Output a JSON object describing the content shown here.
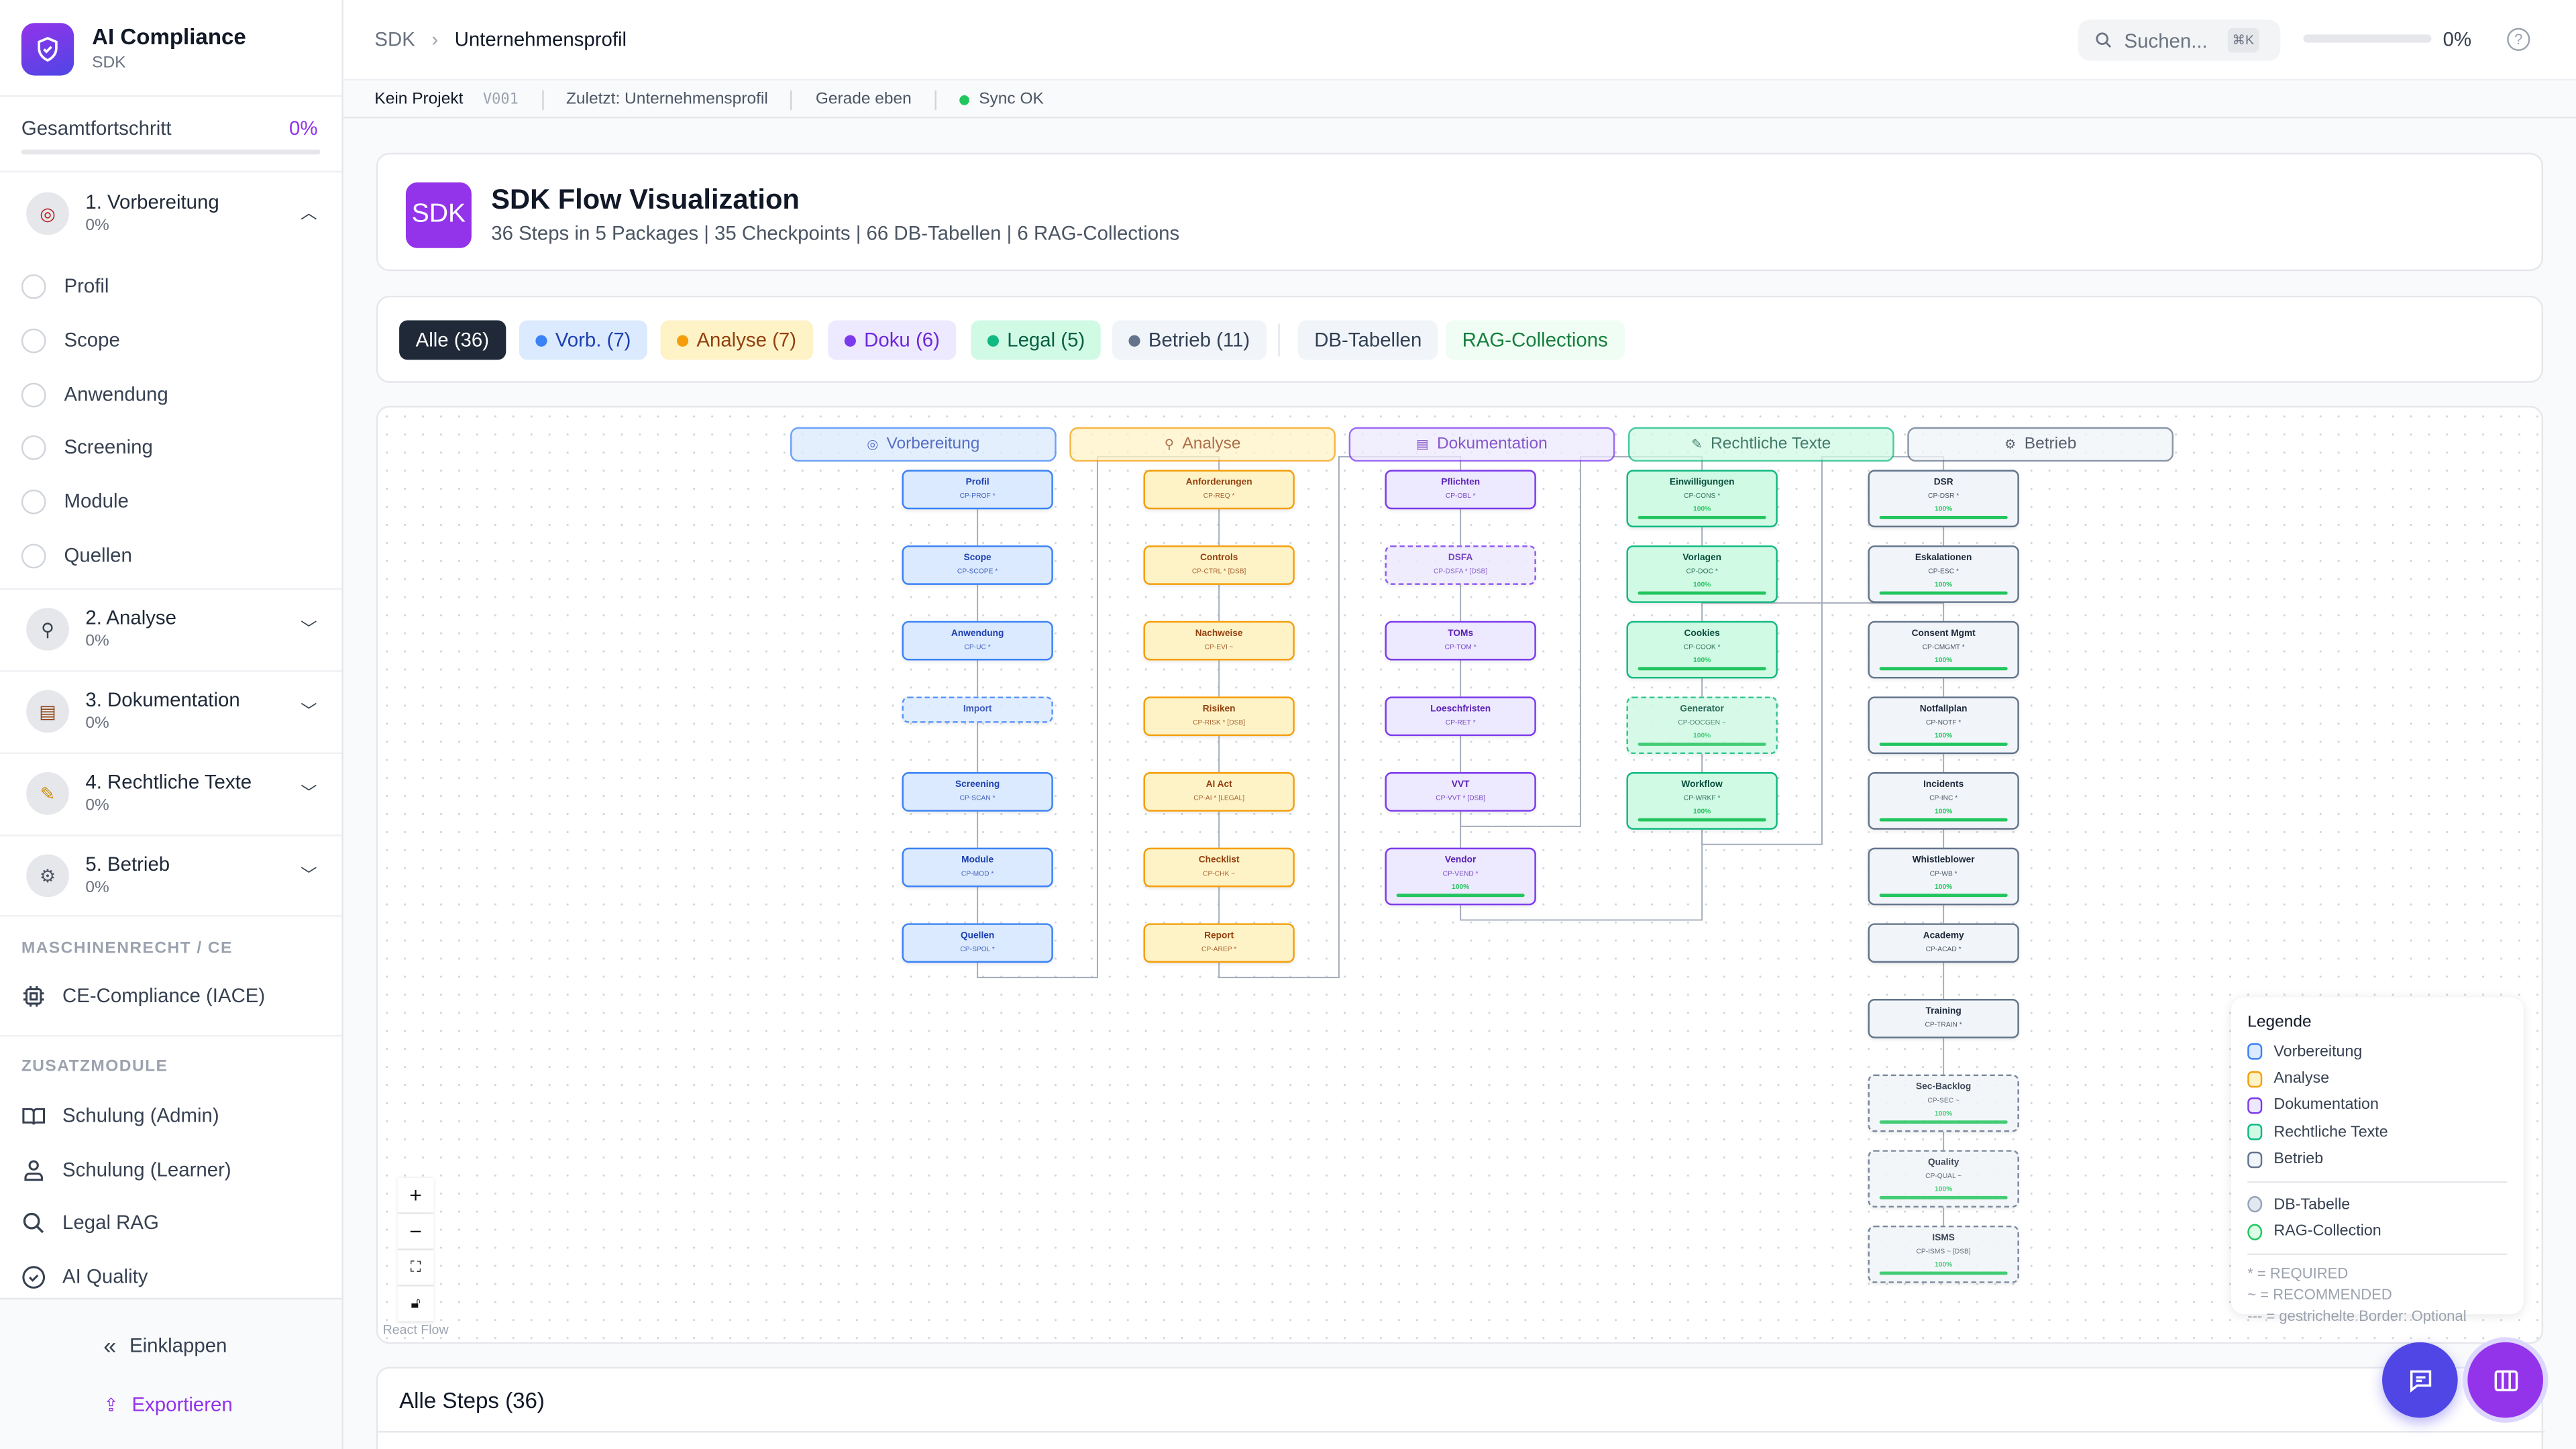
{
  "app": {
    "title": "AI Compliance",
    "subtitle": "SDK"
  },
  "sidebar": {
    "progress_label": "Gesamtfortschritt",
    "progress_value": "0%",
    "progress_fraction": 0,
    "sections": [
      {
        "label": "1. Vorbereitung",
        "percent": "0%",
        "icon": "target-icon",
        "expanded": true,
        "items": [
          "Profil",
          "Scope",
          "Anwendung",
          "Screening",
          "Module",
          "Quellen"
        ]
      },
      {
        "label": "2. Analyse",
        "percent": "0%",
        "icon": "magnifier-icon",
        "expanded": false
      },
      {
        "label": "3. Dokumentation",
        "percent": "0%",
        "icon": "clipboard-icon",
        "expanded": false
      },
      {
        "label": "4. Rechtliche Texte",
        "percent": "0%",
        "icon": "memo-icon",
        "expanded": false
      },
      {
        "label": "5. Betrieb",
        "percent": "0%",
        "icon": "gear-icon",
        "expanded": false
      }
    ],
    "ce_caption": "MASCHINENRECHT / CE",
    "ce_item": "CE-Compliance (IACE)",
    "extra_caption": "ZUSATZMODULE",
    "extra_items": [
      "Schulung (Admin)",
      "Schulung (Learner)",
      "Legal RAG",
      "AI Quality"
    ],
    "collapse_label": "Einklappen",
    "export_label": "Exportieren"
  },
  "header": {
    "breadcrumb_root": "SDK",
    "breadcrumb_current": "Unternehmensprofil",
    "search_placeholder": "Suchen...",
    "search_shortcut": "⌘K",
    "progress_value": "0%",
    "progress_fraction": 0
  },
  "subbar": {
    "project": "Kein Projekt",
    "version": "V001",
    "last": "Zuletzt: Unternehmensprofil",
    "time": "Gerade eben",
    "sync": "Sync OK"
  },
  "intro": {
    "badge": "SDK",
    "title": "SDK Flow Visualization",
    "subtitle": "36 Steps in 5 Packages | 35 Checkpoints | 66 DB-Tabellen | 6 RAG-Collections"
  },
  "filters": [
    {
      "label": "Alle (36)",
      "active": true
    },
    {
      "label": "Vorb. (7)",
      "dot": "#3b82f6"
    },
    {
      "label": "Analyse (7)",
      "dot": "#f59e0b"
    },
    {
      "label": "Doku (6)",
      "dot": "#7c3aed"
    },
    {
      "label": "Legal (5)",
      "dot": "#10b981"
    },
    {
      "label": "Betrieb (11)",
      "dot": "#64748b"
    },
    {
      "label": "DB-Tabellen"
    },
    {
      "label": "RAG-Collections"
    }
  ],
  "packages": [
    {
      "name": "Vorbereitung",
      "icon": "target-icon",
      "border": "#3b82f6",
      "bg": "#dbeafe",
      "text": "#1e40af",
      "nodes": [
        {
          "label": "Profil",
          "code": "CP-PROF *"
        },
        {
          "label": "Scope",
          "code": "CP-SCOPE *"
        },
        {
          "label": "Anwendung",
          "code": "CP-UC *"
        },
        {
          "label": "Import",
          "code": "",
          "dashed": true
        },
        {
          "label": "Screening",
          "code": "CP-SCAN *"
        },
        {
          "label": "Module",
          "code": "CP-MOD *"
        },
        {
          "label": "Quellen",
          "code": "CP-SPOL *"
        }
      ]
    },
    {
      "name": "Analyse",
      "icon": "magnifier-icon",
      "border": "#f59e0b",
      "bg": "#fef3c7",
      "text": "#92400e",
      "nodes": [
        {
          "label": "Anforderungen",
          "code": "CP-REQ *"
        },
        {
          "label": "Controls",
          "code": "CP-CTRL * [DSB]"
        },
        {
          "label": "Nachweise",
          "code": "CP-EVI ~"
        },
        {
          "label": "Risiken",
          "code": "CP-RISK * [DSB]"
        },
        {
          "label": "AI Act",
          "code": "CP-AI * [LEGAL]"
        },
        {
          "label": "Checklist",
          "code": "CP-CHK ~"
        },
        {
          "label": "Report",
          "code": "CP-AREP *"
        }
      ]
    },
    {
      "name": "Dokumentation",
      "icon": "clipboard-icon",
      "border": "#7c3aed",
      "bg": "#ede9fe",
      "text": "#5b21b6",
      "nodes": [
        {
          "label": "Pflichten",
          "code": "CP-OBL *"
        },
        {
          "label": "DSFA",
          "code": "CP-DSFA * [DSB]",
          "dashed": true
        },
        {
          "label": "TOMs",
          "code": "CP-TOM *"
        },
        {
          "label": "Loeschfristen",
          "code": "CP-RET *"
        },
        {
          "label": "VVT",
          "code": "CP-VVT * [DSB]"
        },
        {
          "label": "Vendor",
          "code": "CP-VEND *",
          "progress": "100%"
        }
      ]
    },
    {
      "name": "Rechtliche Texte",
      "icon": "memo-icon",
      "border": "#10b981",
      "bg": "#d1fae5",
      "text": "#064e3b",
      "nodes": [
        {
          "label": "Einwilligungen",
          "code": "CP-CONS *",
          "progress": "100%"
        },
        {
          "label": "Vorlagen",
          "code": "CP-DOC *",
          "progress": "100%"
        },
        {
          "label": "Cookies",
          "code": "CP-COOK *",
          "progress": "100%"
        },
        {
          "label": "Generator",
          "code": "CP-DOCGEN ~",
          "progress": "100%",
          "dashed": true
        },
        {
          "label": "Workflow",
          "code": "CP-WRKF *",
          "progress": "100%"
        }
      ]
    },
    {
      "name": "Betrieb",
      "icon": "gear-icon",
      "border": "#64748b",
      "bg": "#f1f5f9",
      "text": "#1e293b",
      "nodes": [
        {
          "label": "DSR",
          "code": "CP-DSR *",
          "progress": "100%"
        },
        {
          "label": "Eskalationen",
          "code": "CP-ESC *",
          "progress": "100%"
        },
        {
          "label": "Consent Mgmt",
          "code": "CP-CMGMT *",
          "progress": "100%"
        },
        {
          "label": "Notfallplan",
          "code": "CP-NOTF *",
          "progress": "100%"
        },
        {
          "label": "Incidents",
          "code": "CP-INC *",
          "progress": "100%"
        },
        {
          "label": "Whistleblower",
          "code": "CP-WB *",
          "progress": "100%"
        },
        {
          "label": "Academy",
          "code": "CP-ACAD *"
        },
        {
          "label": "Training",
          "code": "CP-TRAIN *"
        },
        {
          "label": "Sec-Backlog",
          "code": "CP-SEC ~",
          "progress": "100%",
          "dashed": true
        },
        {
          "label": "Quality",
          "code": "CP-QUAL ~",
          "progress": "100%",
          "dashed": true
        },
        {
          "label": "ISMS",
          "code": "CP-ISMS ~ [DSB]",
          "progress": "100%",
          "dashed": true
        }
      ]
    }
  ],
  "flow_controls": {
    "zoom_in": "+",
    "zoom_out": "−",
    "attribution": "React Flow"
  },
  "legend": {
    "title": "Legende",
    "packages": [
      "Vorbereitung",
      "Analyse",
      "Dokumentation",
      "Rechtliche Texte",
      "Betrieb"
    ],
    "db": "DB-Tabelle",
    "rag": "RAG-Collection",
    "notes": [
      "* = REQUIRED",
      "~ = RECOMMENDED",
      "--- = gestrichelte Border: Optional"
    ]
  },
  "steps_card": {
    "title": "Alle Steps (36)"
  },
  "colors": {
    "accent": "#9333ea",
    "fab_chat": "#4f46e5",
    "fab_columns": "#9333ea"
  }
}
